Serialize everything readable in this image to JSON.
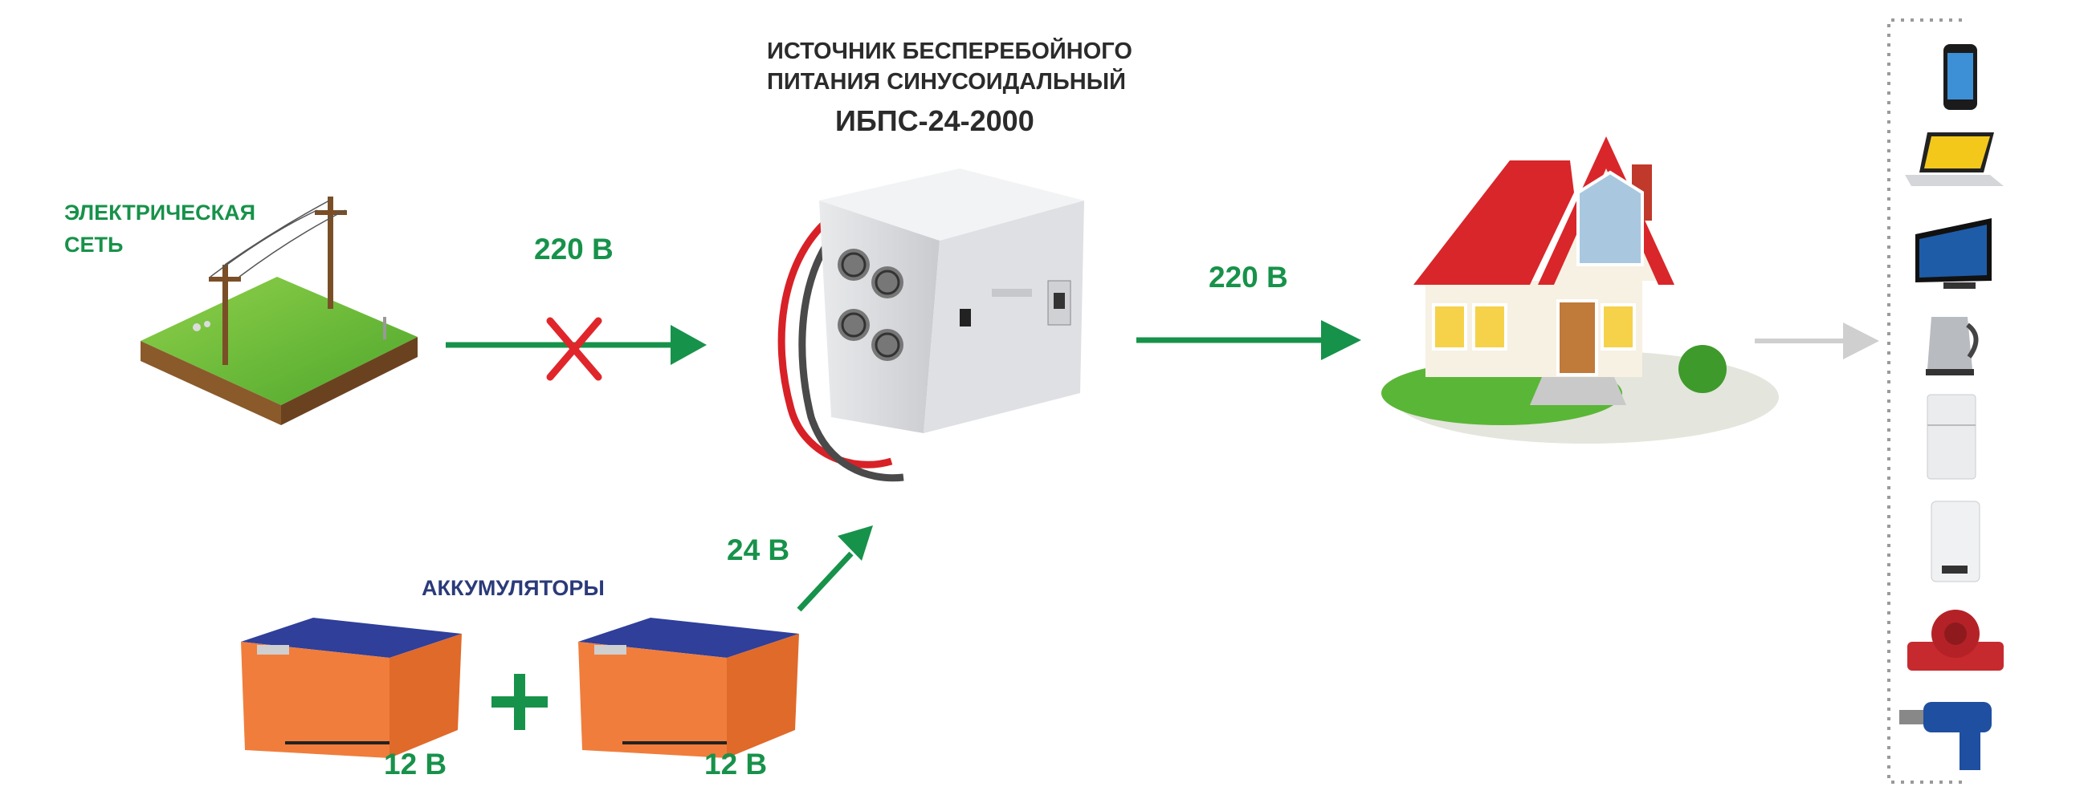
{
  "title": {
    "line1": "ИСТОЧНИК БЕСПЕРЕБОЙНОГО",
    "line2": "ПИТАНИЯ СИНУСОИДАЛЬНЫЙ",
    "model": "ИБПС-24-2000"
  },
  "grid": {
    "label_line1": "ЭЛЕКТРИЧЕСКАЯ",
    "label_line2": "СЕТЬ",
    "voltage": "220 В"
  },
  "output": {
    "voltage": "220 В"
  },
  "batteries": {
    "label": "АККУМУЛЯТОРЫ",
    "battery1_voltage": "12 В",
    "battery2_voltage": "12 В",
    "combined_voltage": "24 В"
  },
  "colors": {
    "accent_green": "#17924a",
    "cross_red": "#e0262b",
    "battery_orange": "#f07d3c",
    "battery_blue": "#2f3f9a",
    "roof_red": "#d9262a"
  },
  "appliances": [
    "smartphone-icon",
    "laptop-icon",
    "tv-icon",
    "kettle-icon",
    "refrigerator-icon",
    "water-heater-icon",
    "circulation-pump-icon",
    "drill-icon"
  ]
}
